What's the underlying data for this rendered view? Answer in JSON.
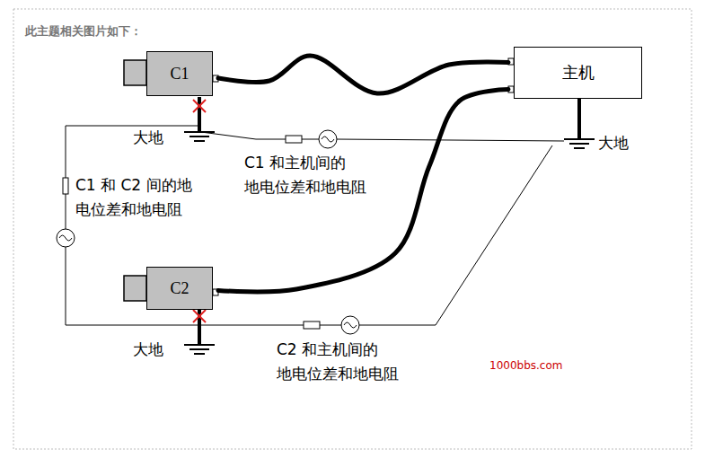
{
  "diagram": {
    "title": "此主题相关图片如下：",
    "nodes": [
      {
        "text": [
          "C1"
        ]
      },
      {
        "text": [
          "主机"
        ]
      },
      {
        "text": [
          "C2"
        ]
      }
    ],
    "edges": [
      {
        "from": 0,
        "to": 1,
        "arrow": "none"
      },
      {
        "from": 2,
        "to": 1,
        "arrow": "none"
      }
    ],
    "labels": [
      "大地",
      "大地",
      "C1 和主机间的 地电位差和地电阻",
      "C1 和 C2 间的地 电位差和地电阻",
      "大地",
      "C2 和主机间的 地电位差和地电阻",
      "1000bbs.com"
    ]
  }
}
